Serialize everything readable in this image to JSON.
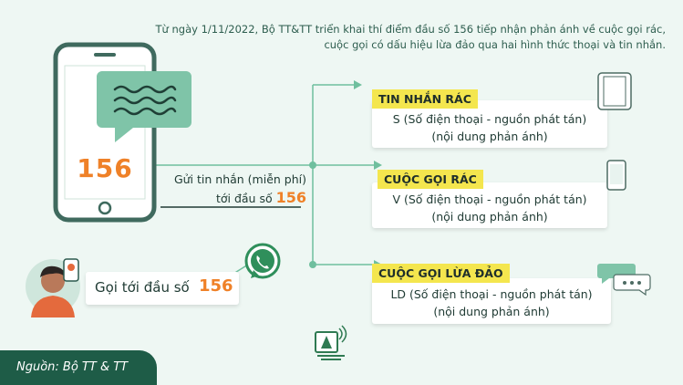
{
  "intro": {
    "line1": "Từ ngày 1/11/2022, Bộ TT&TT triển khai thí điểm đầu số 156 tiếp nhận phản ánh về cuộc gọi rác,",
    "line2": "cuộc gọi có dấu hiệu lừa đảo qua hai hình thức thoại và tin nhắn."
  },
  "phone": {
    "number": "156"
  },
  "sms": {
    "line1": "Gửi tin nhắn (miễn phí)",
    "line2_prefix": "tới đầu số",
    "number": "156"
  },
  "call": {
    "prefix": "Gọi tới đầu số",
    "number": "156"
  },
  "categories": [
    {
      "title": "TIN NHẮN RÁC",
      "line1": "S (Số điện thoại - nguồn phát tán)",
      "line2": "(nội dung phản ánh)"
    },
    {
      "title": "CUỘC GỌI RÁC",
      "line1": "V (Số điện thoại - nguồn phát tán)",
      "line2": "(nội dung phản ánh)"
    },
    {
      "title": "CUỘC GỌI LỪA ĐẢO",
      "line1": "LD (Số điện thoại - nguồn phát tán)",
      "line2": "(nội dung phản ánh)"
    }
  ],
  "source": "Nguồn: Bộ TT & TT",
  "colors": {
    "accent": "#ef8128",
    "brand": "#1e5c47",
    "tag": "#f4e64e",
    "connector": "#6fbf9e",
    "bubble": "#7fc4a8"
  },
  "icons": [
    "phone-icon",
    "message-bubble-icon",
    "whatsapp-icon",
    "person-avatar-icon",
    "chat-bubble-icon",
    "logo-icon"
  ]
}
